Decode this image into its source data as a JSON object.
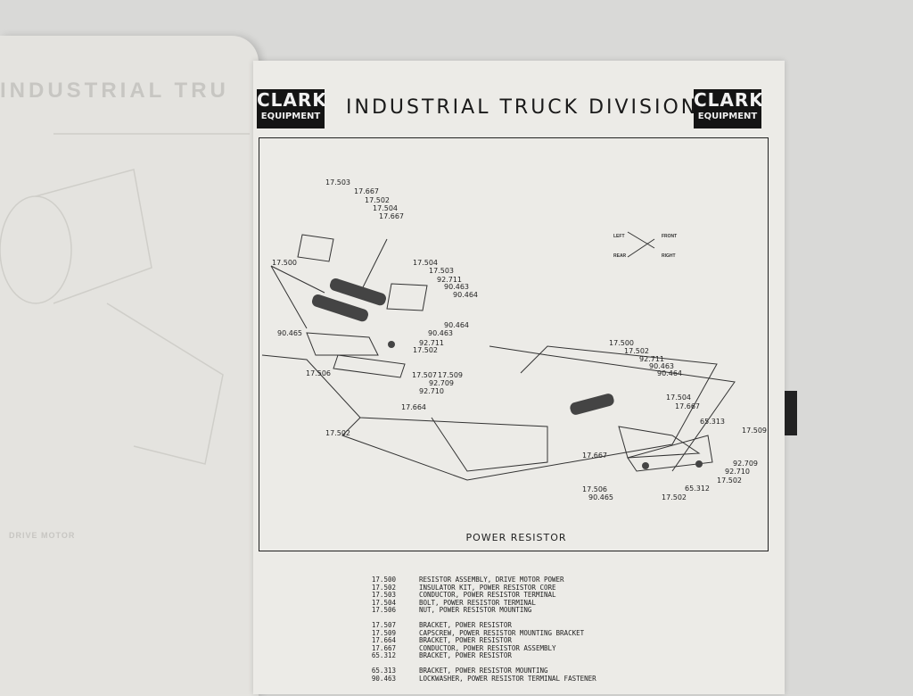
{
  "left_page": {
    "ghost_header": "INDUSTRIAL TRU",
    "ghost_caption": "DRIVE MOTOR"
  },
  "header": {
    "logo_left": {
      "line1": "CLARK",
      "line2": "EQUIPMENT"
    },
    "title": "INDUSTRIAL TRUCK DIVISION",
    "logo_right": {
      "line1": "CLARK",
      "line2": "EQUIPMENT"
    }
  },
  "diagram": {
    "compass": {
      "left": "LEFT",
      "front": "FRONT",
      "rear": "REAR",
      "right": "RIGHT"
    },
    "labels": [
      "17.503",
      "17.667",
      "17.502",
      "17.504",
      "17.667",
      "17.500",
      "17.504",
      "17.503",
      "92.711",
      "90.463",
      "90.464",
      "90.464",
      "90.463",
      "92.711",
      "90.465",
      "17.502",
      "17.506",
      "17.507",
      "17.509",
      "92.709",
      "92.710",
      "17.664",
      "17.502",
      "17.500",
      "17.502",
      "92.711",
      "90.463",
      "90.464",
      "17.504",
      "17.667",
      "65.313",
      "17.509",
      "17.667",
      "92.709",
      "92.710",
      "17.502",
      "65.312",
      "17.506",
      "90.465",
      "17.502"
    ],
    "caption": "POWER RESISTOR"
  },
  "parts_list": [
    [
      {
        "no": "17.500",
        "desc": "RESISTOR ASSEMBLY, DRIVE MOTOR POWER"
      },
      {
        "no": "17.502",
        "desc": "INSULATOR KIT, POWER RESISTOR CORE"
      },
      {
        "no": "17.503",
        "desc": "CONDUCTOR, POWER RESISTOR TERMINAL"
      },
      {
        "no": "17.504",
        "desc": "BOLT, POWER RESISTOR TERMINAL"
      },
      {
        "no": "17.506",
        "desc": "NUT, POWER RESISTOR MOUNTING"
      }
    ],
    [
      {
        "no": "17.507",
        "desc": "BRACKET, POWER RESISTOR"
      },
      {
        "no": "17.509",
        "desc": "CAPSCREW, POWER RESISTOR MOUNTING BRACKET"
      },
      {
        "no": "17.664",
        "desc": "BRACKET, POWER RESISTOR"
      },
      {
        "no": "17.667",
        "desc": "CONDUCTOR, POWER RESISTOR ASSEMBLY"
      },
      {
        "no": "65.312",
        "desc": "BRACKET, POWER RESISTOR"
      }
    ],
    [
      {
        "no": "65.313",
        "desc": "BRACKET, POWER RESISTOR MOUNTING"
      },
      {
        "no": "90.463",
        "desc": "LOCKWASHER, POWER RESISTOR TERMINAL FASTENER"
      }
    ]
  ]
}
